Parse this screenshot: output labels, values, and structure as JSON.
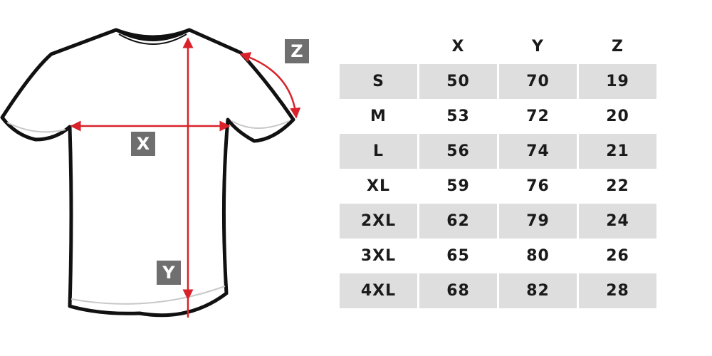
{
  "figure": {
    "labels": {
      "x": "X",
      "y": "Y",
      "z": "Z"
    },
    "colors": {
      "arrow": "#d9222a",
      "tag_background": "#6f6f6f",
      "outline": "#111111",
      "row_shade": "#dedede"
    }
  },
  "table": {
    "headers": [
      "",
      "X",
      "Y",
      "Z"
    ],
    "rows": [
      [
        "S",
        "50",
        "70",
        "19"
      ],
      [
        "M",
        "53",
        "72",
        "20"
      ],
      [
        "L",
        "56",
        "74",
        "21"
      ],
      [
        "XL",
        "59",
        "76",
        "22"
      ],
      [
        "2XL",
        "62",
        "79",
        "24"
      ],
      [
        "3XL",
        "65",
        "80",
        "26"
      ],
      [
        "4XL",
        "68",
        "82",
        "28"
      ]
    ]
  }
}
